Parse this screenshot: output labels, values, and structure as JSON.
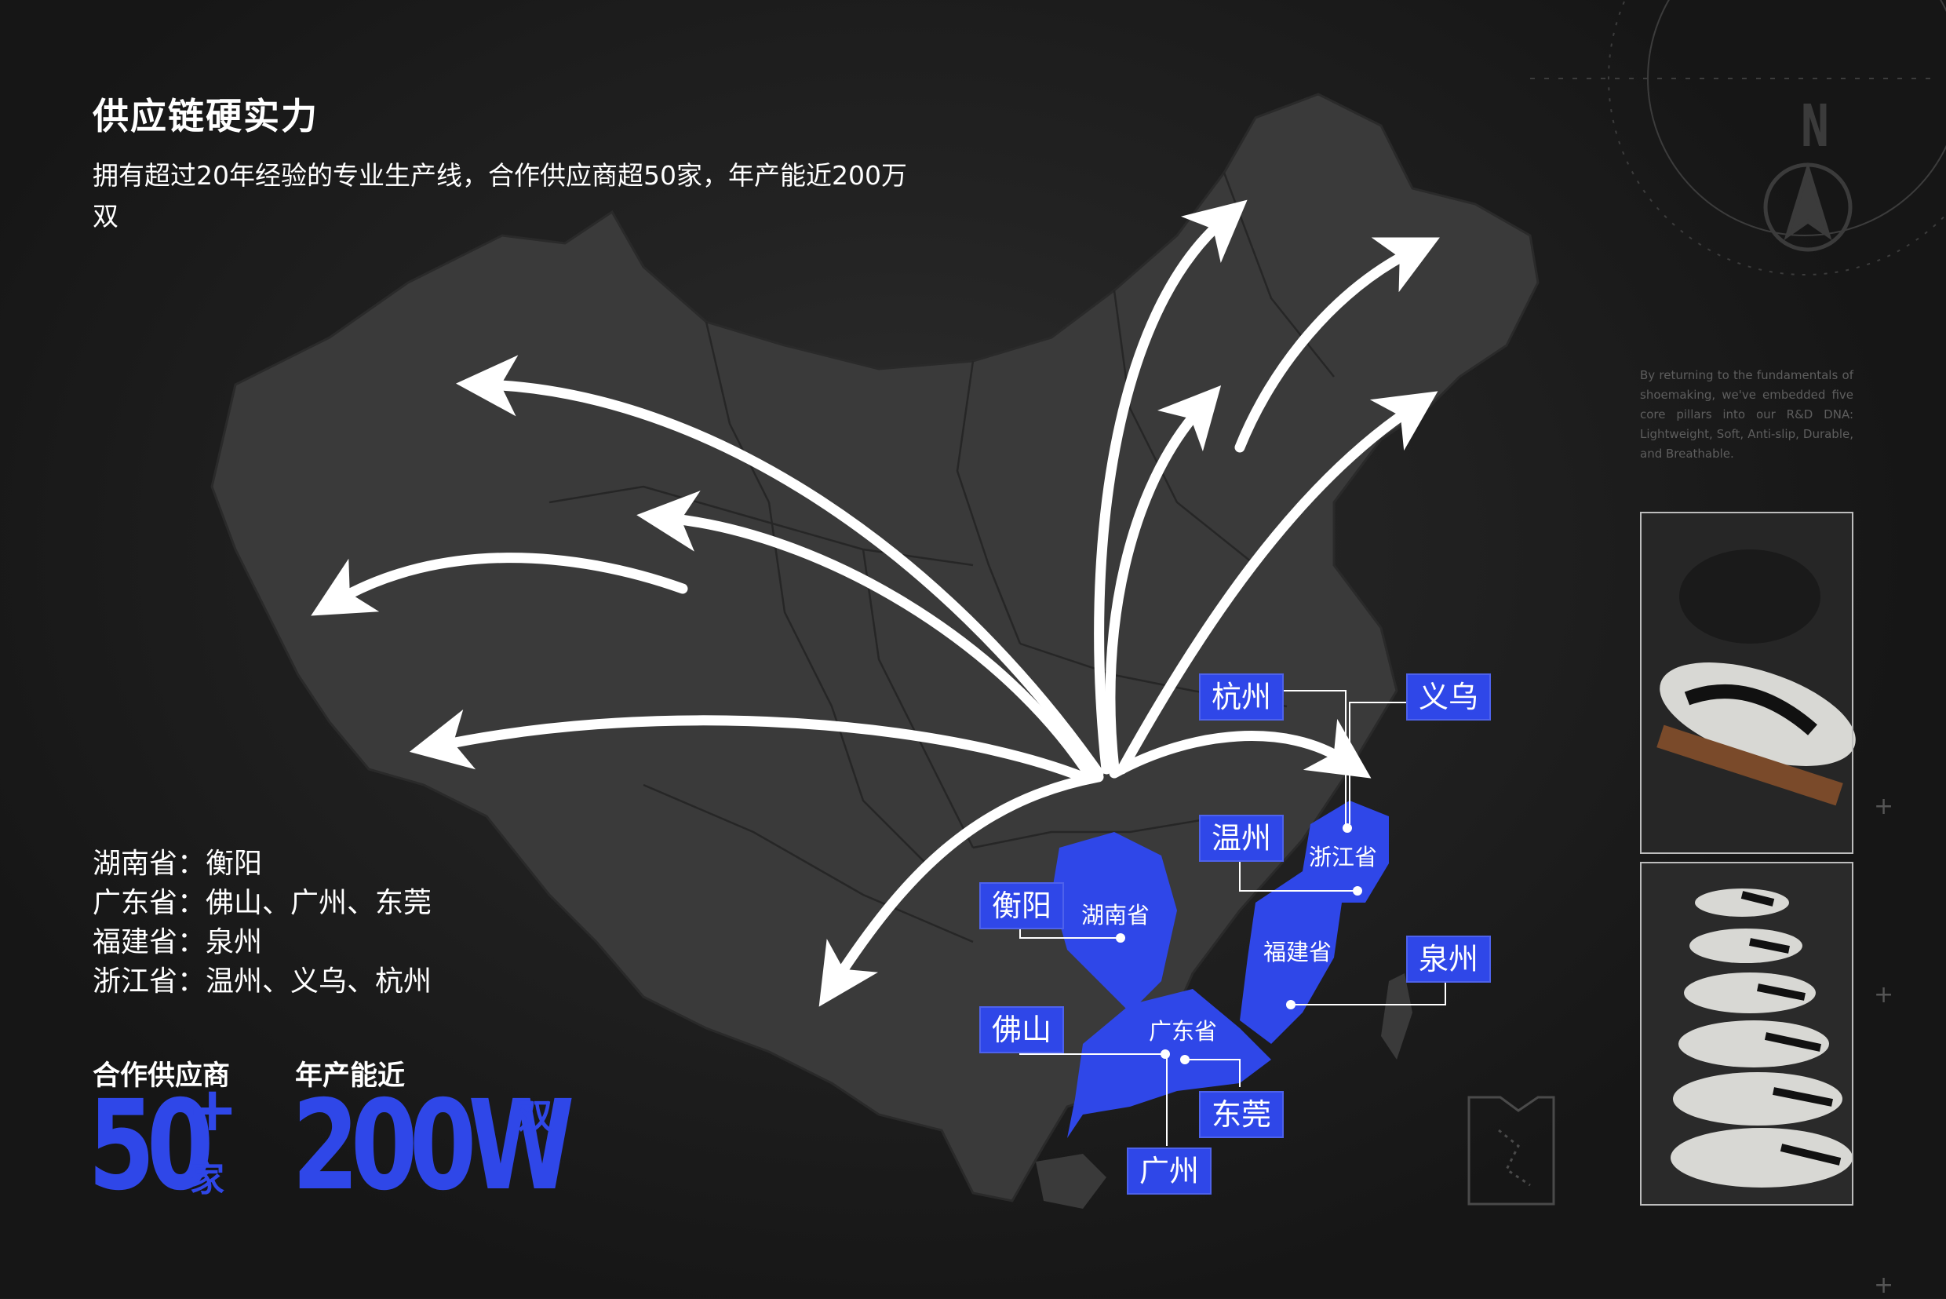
{
  "title": "供应链硬实力",
  "subtitle": "拥有超过20年经验的专业生产线，合作供应商超50家，年产能近200万双",
  "regions": [
    "湖南省：衡阳",
    "广东省：佛山、广州、东莞",
    "福建省：泉州",
    "浙江省：温州、义乌、杭州"
  ],
  "stats": {
    "suppliers": {
      "label": "合作供应商",
      "value": "50",
      "sup": "+",
      "unit": "家"
    },
    "capacity": {
      "label": "年产能近",
      "value": "200W",
      "unit": "双"
    }
  },
  "provinces": {
    "hunan": "湖南省",
    "guangdong": "广东省",
    "fujian": "福建省",
    "zhejiang": "浙江省"
  },
  "cities": {
    "hangzhou": "杭州",
    "yiwu": "义乌",
    "wenzhou": "温州",
    "hengyang": "衡阳",
    "quanzhou": "泉州",
    "foshan": "佛山",
    "dongguan": "东莞",
    "guangzhou": "广州"
  },
  "compass_letter": "N",
  "english_text": "By returning to the fundamentals of shoemaking, we've embedded five core pillars into our R&D DNA: Lightweight, Soft, Anti-slip, Durable, and Breathable.",
  "colors": {
    "accent_blue": "#2f47e8",
    "background": "#1b1b1b",
    "map_gray": "#3a3a3a",
    "arrow": "#ffffff"
  },
  "icons": {
    "compass": "compass-icon",
    "tshirt": "tshirt-outline-icon",
    "arrows": "distribution-arrow-icon"
  }
}
